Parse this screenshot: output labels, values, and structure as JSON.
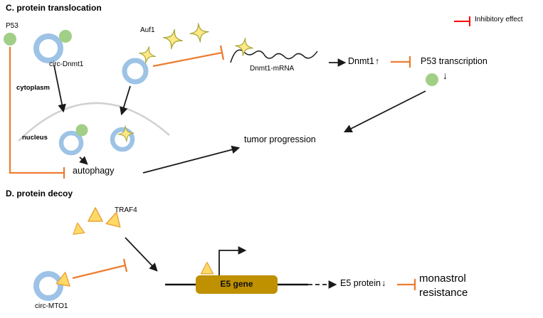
{
  "legend": {
    "inhibitory_label": "Inhibitory effect"
  },
  "panel_c": {
    "heading": "C. protein translocation",
    "p53_label": "P53",
    "circ_dnmt1_label": "circ-Dnmt1",
    "auf1_label": "Auf1",
    "mrna_label": "Dnmt1-mRNA",
    "cytoplasm_label": "cytoplasm",
    "nucleus_label": "nucleus",
    "autophagy_label": "autophagy",
    "dnmt1_label": "Dnmt1",
    "up_arrow": "↑",
    "p53_transcription_label": "P53 transcription",
    "down_arrow": "↓",
    "tumor_label": "tumor progression"
  },
  "panel_d": {
    "heading": "D. protein decoy",
    "traf4_label": "TRAF4",
    "circ_mto1_label": "circ-MTO1",
    "e5_gene_label": "E5 gene",
    "e5_protein_label": "E5 protein",
    "down_arrow": "↓",
    "monastrol_label": "monastrol resistance"
  },
  "colors": {
    "circle_blue": "#9dc3e6",
    "green": "#a2cf87",
    "star_fill": "#ffe885",
    "star_stroke": "#a9a93a",
    "triangle_fill": "#ffd966",
    "triangle_stroke": "#e8a33d",
    "gene_box": "#bf9000",
    "inhibit_orange": "#ed7d31",
    "inhibit_red": "#ff0000",
    "membrane_gray": "#c9c9c9"
  }
}
